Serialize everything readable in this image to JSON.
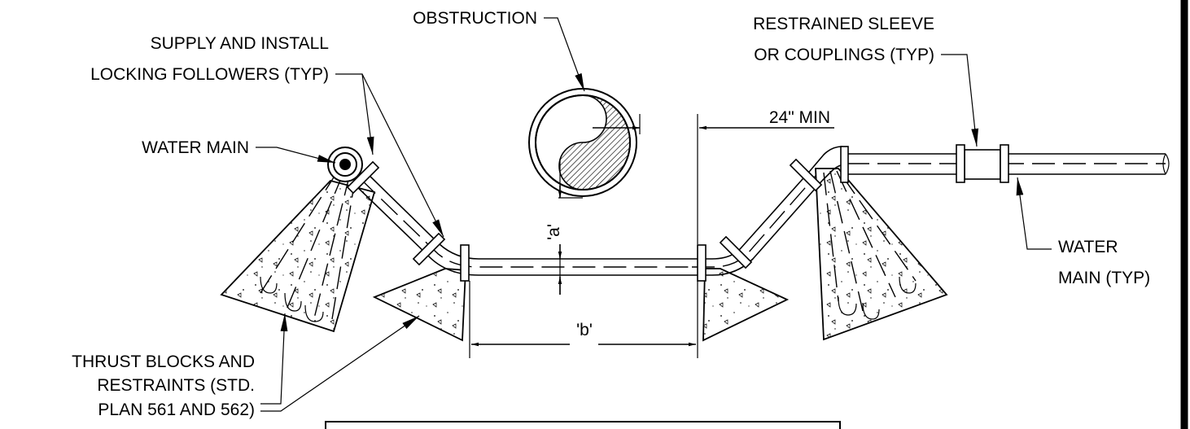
{
  "labels": {
    "obstruction": "OBSTRUCTION",
    "locking_line1": "SUPPLY AND INSTALL",
    "locking_line2": "LOCKING FOLLOWERS (TYP)",
    "water_main": "WATER MAIN",
    "restrained_line1": "RESTRAINED SLEEVE",
    "restrained_line2": "OR COUPLINGS (TYP)",
    "min_clearance": "24\" MIN",
    "dim_a": "'a'",
    "dim_b": "'b'",
    "water_main_typ_line1": "WATER",
    "water_main_typ_line2": "MAIN (TYP)",
    "thrust_line1": "THRUST BLOCKS AND",
    "thrust_line2": "RESTRAINTS (STD.",
    "thrust_line3": "PLAN 561 AND 562)"
  },
  "colors": {
    "line": "#000000",
    "background": "#ffffff"
  }
}
